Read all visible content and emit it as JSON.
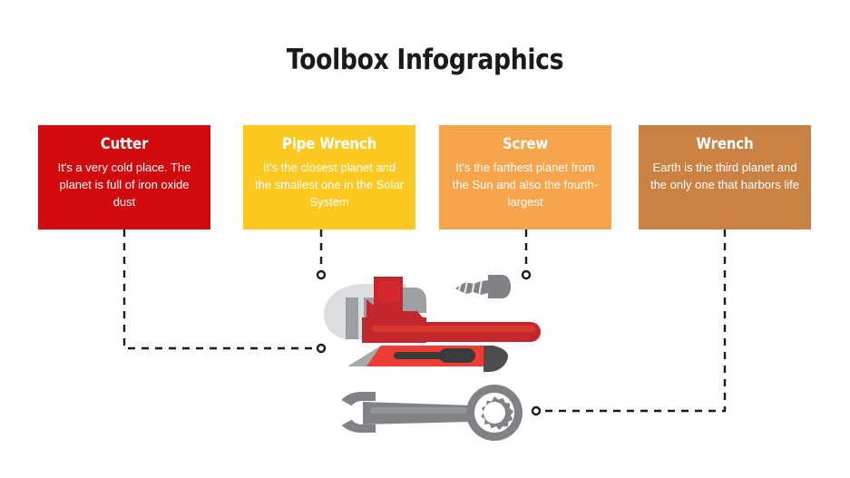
{
  "page": {
    "title": "Toolbox Infographics",
    "background": "#FFFFFF"
  },
  "cards": [
    {
      "id": "cutter",
      "title": "Cutter",
      "body": "It's a very cold place. The planet is full of iron oxide dust",
      "color": "#D00A0D",
      "text_color": "#FFFFFF"
    },
    {
      "id": "pipe-wrench",
      "title": "Pipe Wrench",
      "body": "It's the closest planet and the smallest one in the Solar System",
      "color": "#FBC91F",
      "text_color": "#FFFFFF"
    },
    {
      "id": "screw",
      "title": "Screw",
      "body": "It's the farthest planet from the Sun and also the fourth-largest",
      "color": "#F7A54C",
      "text_color": "#FFFFFF"
    },
    {
      "id": "wrench",
      "title": "Wrench",
      "body": "Earth is the third planet and the only one that harbors life",
      "color": "#C98243",
      "text_color": "#FFFFFF"
    }
  ],
  "connectors": {
    "line_color": "#1A1A1A",
    "dash_pattern": "8 7",
    "marker": "hollow-circle",
    "items": [
      {
        "from_card": "cutter",
        "to_tool": "box-cutter",
        "endpoint": [
          354,
          384
        ]
      },
      {
        "from_card": "pipe-wrench",
        "to_tool": "pipe-wrench",
        "endpoint": [
          354,
          303
        ]
      },
      {
        "from_card": "screw",
        "to_tool": "screw",
        "endpoint": [
          580,
          303
        ]
      },
      {
        "from_card": "wrench",
        "to_tool": "wrench",
        "endpoint": [
          591,
          453
        ]
      }
    ]
  },
  "tools": [
    {
      "id": "pipe-wrench",
      "name": "pipe-wrench-illustration",
      "colors": {
        "jaw_light": "#DCDDDE",
        "jaw_mid": "#9D9FA2",
        "body": "#C1272D",
        "body_light": "#E03A33"
      }
    },
    {
      "id": "screw",
      "name": "screw-illustration",
      "colors": {
        "body": "#808285"
      }
    },
    {
      "id": "box-cutter",
      "name": "box-cutter-illustration",
      "colors": {
        "blade": "#A7A9AC",
        "body": "#EE3B33",
        "slider": "#3B3B3B",
        "cap": "#4D4D4F"
      }
    },
    {
      "id": "wrench",
      "name": "wrench-illustration",
      "colors": {
        "body": "#808285",
        "highlight": "#939598"
      }
    }
  ]
}
